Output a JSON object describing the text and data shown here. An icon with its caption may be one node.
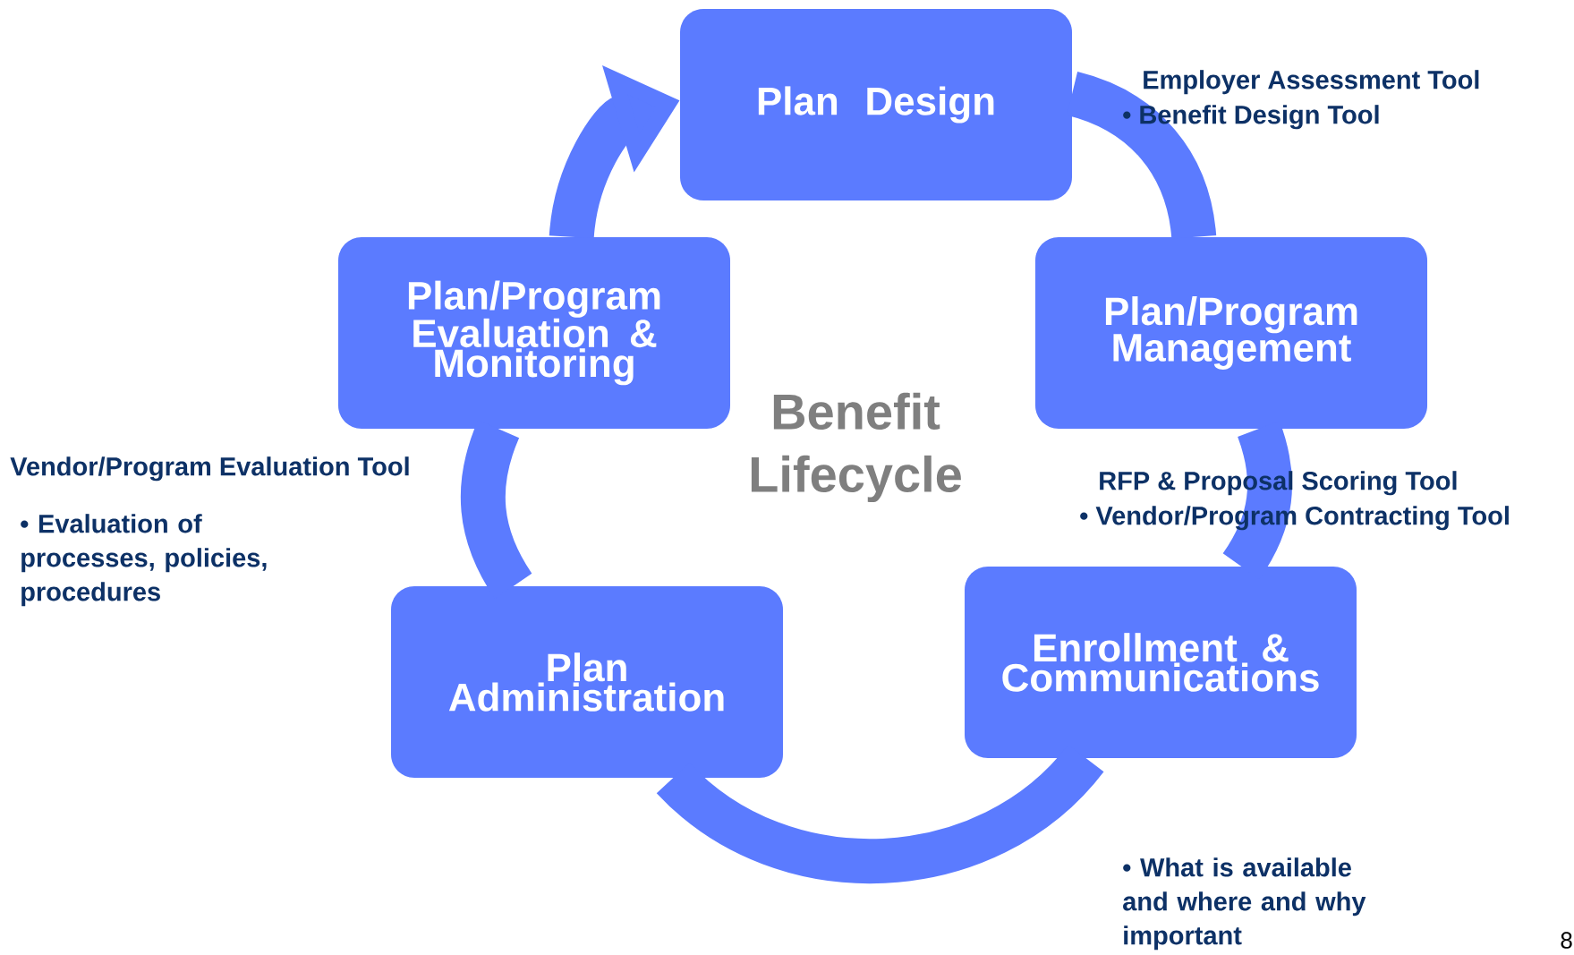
{
  "diagram": {
    "nodes": [
      {
        "text": [
          "Plan Design"
        ]
      },
      {
        "text": [
          "Plan/Program Evaluation & Monitoring"
        ]
      },
      {
        "text": [
          "Plan/Program Management"
        ]
      },
      {
        "text": [
          "Enrollment & Communications"
        ]
      },
      {
        "text": [
          "Plan Administration"
        ]
      }
    ],
    "edges": [
      {
        "from": 0,
        "to": 2,
        "arrow": "none"
      },
      {
        "from": 2,
        "to": 3,
        "arrow": "none"
      },
      {
        "from": 3,
        "to": 4,
        "arrow": "none"
      },
      {
        "from": 4,
        "to": 1,
        "arrow": "none"
      },
      {
        "from": 1,
        "to": 0,
        "arrow": "to"
      }
    ],
    "labels": [
      "Employer Assessment Tool",
      "• Benefit Design Tool",
      "Benefit Lifecycle",
      "Vendor/Program Evaluation Tool",
      "RFP & Proposal Scoring Tool",
      "• Vendor/Program Contracting Tool",
      "• Evaluation of processes, policies, procedures",
      "• What is available and where and why important",
      "8"
    ]
  }
}
